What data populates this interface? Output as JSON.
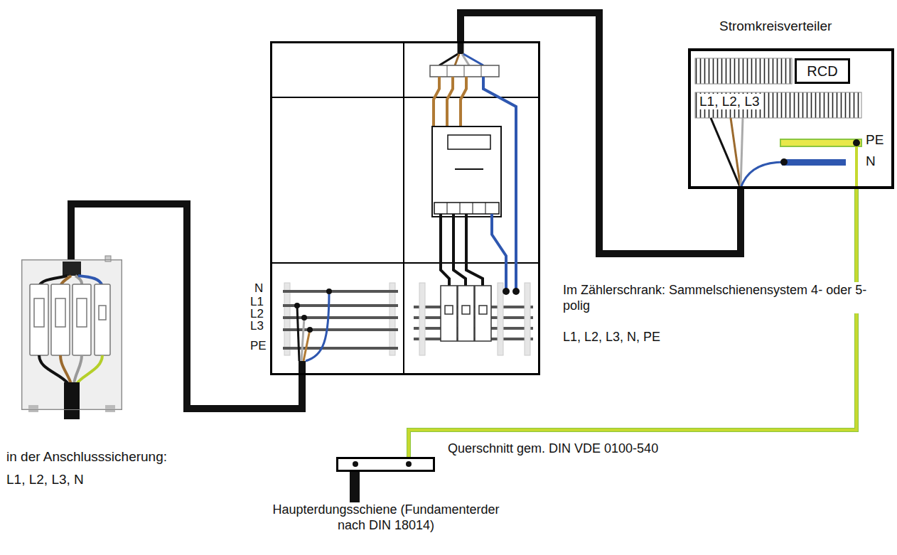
{
  "diagram": {
    "nodes": [
      {
        "text": [
          "in der Anschlusssicherung:",
          "L1, L2, L3, N"
        ]
      },
      {
        "text": [
          "Im Zählerschrank: Sammelschienensystem 4- oder 5-polig",
          "L1, L2, L3, N, PE"
        ]
      },
      {
        "text": [
          "Stromkreisverteiler",
          "L1, L2, L3",
          "PE",
          "N"
        ]
      },
      {
        "text": [
          "RCD"
        ],
        "in": 2
      },
      {
        "text": [
          "Haupterdungsschiene (Fundamenterder nach DIN 18014)"
        ]
      }
    ],
    "edges": [
      {
        "from": 0,
        "to": 1,
        "arrow": "none"
      },
      {
        "from": 1,
        "to": 2,
        "arrow": "none"
      },
      {
        "from": 2,
        "to": 4,
        "label": "Querschnitt gem. DIN VDE 0100-540",
        "arrow": "none"
      }
    ],
    "labels": [
      "N",
      "L1",
      "L2",
      "L3",
      "PE"
    ]
  }
}
